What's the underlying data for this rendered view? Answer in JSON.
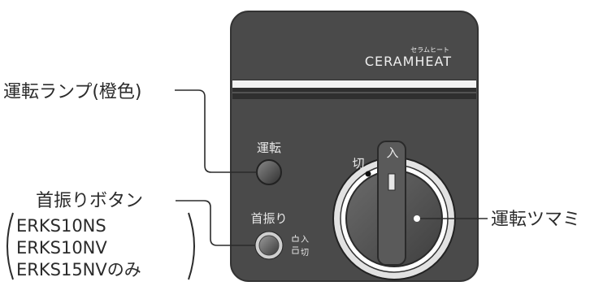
{
  "panel": {
    "brand_small": "セラムヒート",
    "brand": "CERAMHEAT",
    "run_label": "運転",
    "swing_label": "首振り",
    "swing_on": "入",
    "swing_off": "切",
    "dial_on": "入",
    "dial_off": "切"
  },
  "callouts": {
    "run_lamp": "運転ランプ(橙色)",
    "swing_button": "首振りボタン",
    "models": [
      "ERKS10NS",
      "ERKS10NV",
      "ERKS15NVのみ"
    ],
    "run_knob": "運転ツマミ"
  },
  "colors": {
    "panel": "#4a4a4a",
    "panel_edge": "#333333",
    "line": "#3a3a3a",
    "dial_ring": "#e2e2e2",
    "knob": "#5e5e5e"
  }
}
